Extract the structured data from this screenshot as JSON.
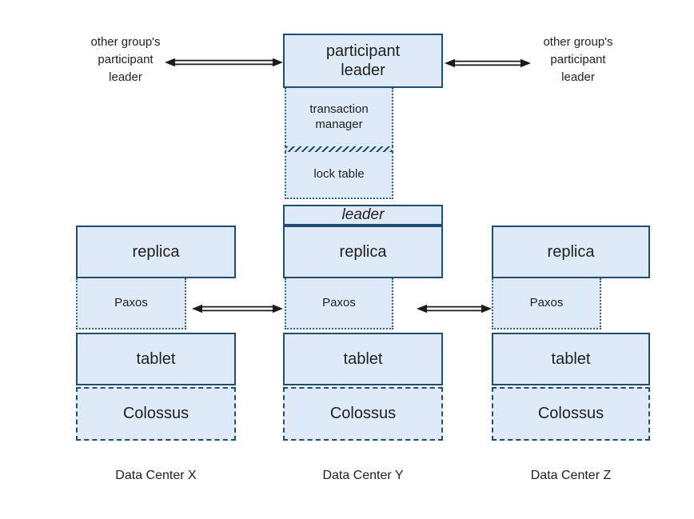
{
  "title": "spanner-spanserver-architecture-diagram",
  "colors": {
    "box_fill": "#dfeaf8",
    "box_border": "#1d4e79",
    "dotted_border": "#2e5f94",
    "arrow": "#1a1a1a",
    "text": "#1f1f1f"
  },
  "top": {
    "left_neighbor": {
      "line1": "other group's",
      "line2": "participant",
      "line3": "leader"
    },
    "right_neighbor": {
      "line1": "other group's",
      "line2": "participant",
      "line3": "leader"
    },
    "participant_leader": {
      "line1": "participant",
      "line2": "leader"
    },
    "transaction_manager": {
      "line1": "transaction",
      "line2": "manager"
    },
    "lock_table": "lock table",
    "leader": "leader"
  },
  "columns": [
    {
      "replica": "replica",
      "paxos": "Paxos",
      "tablet": "tablet",
      "colossus": "Colossus",
      "label": "Data Center X"
    },
    {
      "replica": "replica",
      "paxos": "Paxos",
      "tablet": "tablet",
      "colossus": "Colossus",
      "label": "Data Center Y"
    },
    {
      "replica": "replica",
      "paxos": "Paxos",
      "tablet": "tablet",
      "colossus": "Colossus",
      "label": "Data Center Z"
    }
  ]
}
